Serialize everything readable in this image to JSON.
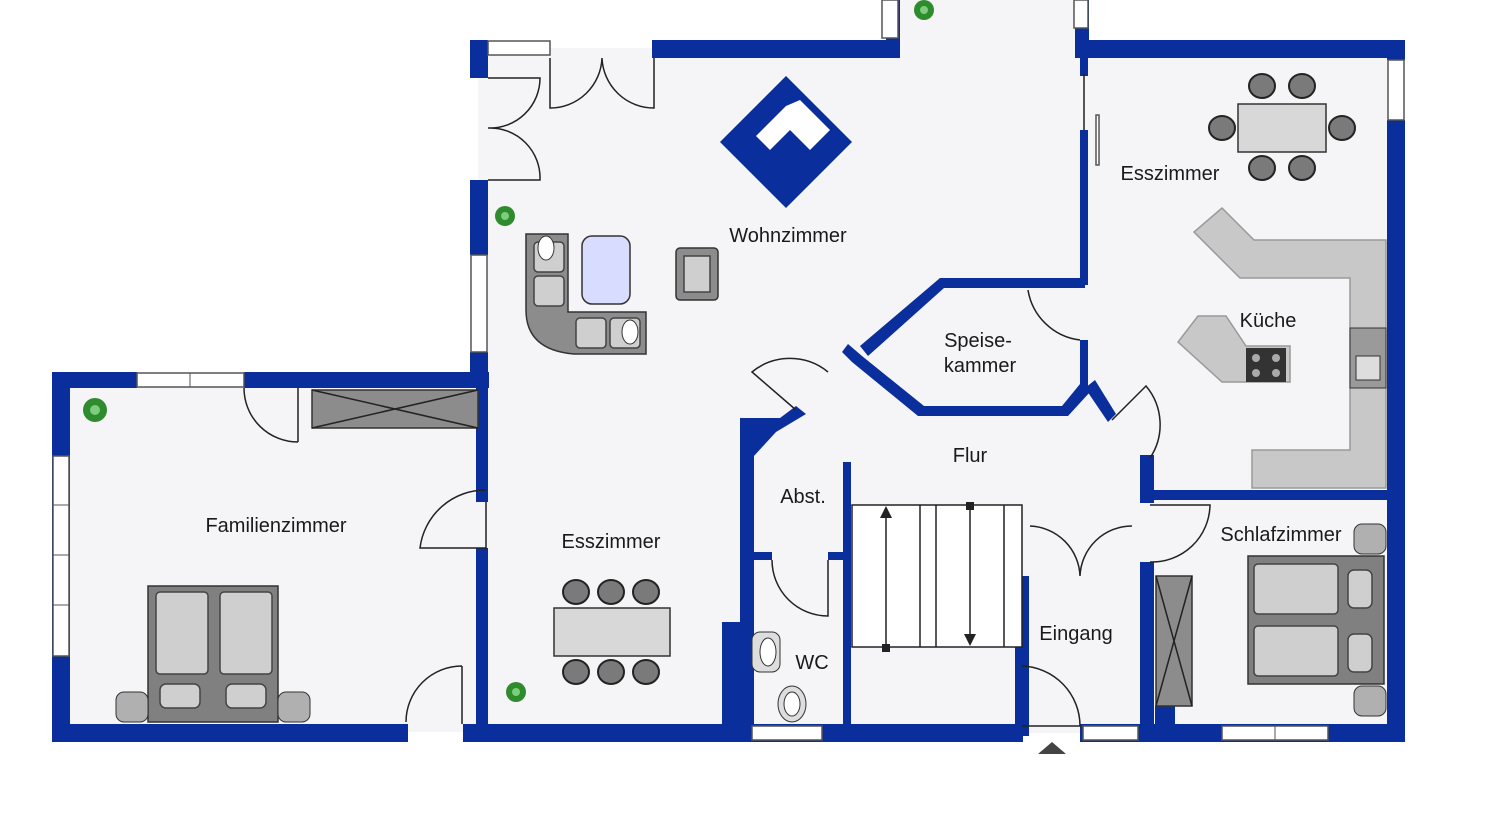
{
  "rooms": {
    "wohnzimmer": "Wohnzimmer",
    "esszimmer_right": "Esszimmer",
    "kueche": "Küche",
    "speisekammer_line1": "Speise-",
    "speisekammer_line2": "kammer",
    "flur": "Flur",
    "abst": "Abst.",
    "wc": "WC",
    "familienzimmer": "Familienzimmer",
    "esszimmer_left": "Esszimmer",
    "schlafzimmer": "Schlafzimmer",
    "eingang": "Eingang"
  },
  "colors": {
    "wall": "#0a2f9c",
    "floor": "#f5f5f7",
    "furniture": "#8c8c8c",
    "counter": "#c8c8c8",
    "plant": "#2e8b2e"
  },
  "icons": [
    "plant-icon",
    "armchair-icon",
    "sofa-icon",
    "bed-icon",
    "toilet-icon",
    "sink-icon",
    "stove-icon",
    "entrance-arrow-icon"
  ]
}
